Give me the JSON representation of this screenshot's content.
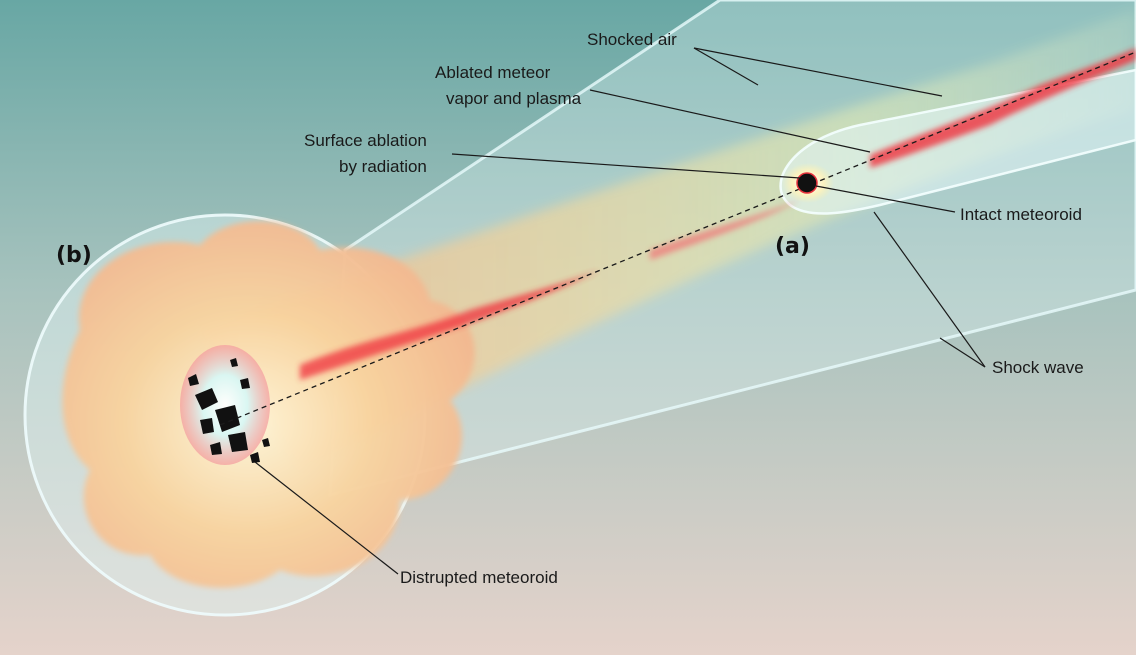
{
  "labels": {
    "shocked_air": "Shocked air",
    "ablated_vapor_line1": "Ablated meteor",
    "ablated_vapor_line2": "vapor and plasma",
    "surface_ablation_line1": "Surface ablation",
    "surface_ablation_line2": "by radiation",
    "intact_meteoroid": "Intact meteoroid",
    "shock_wave": "Shock wave",
    "disrupted_meteoroid": "Distrupted meteoroid",
    "panel_a": "(a)",
    "panel_b": "(b)"
  },
  "colors": {
    "sky_top": "#6aa8a5",
    "sky_bottom": "#e3d4cc",
    "shock_envelope": "#d9f2f6",
    "plasma_red": "#f0323c",
    "glow_yellow": "#f3eca0",
    "glow_orange": "#f5b088",
    "meteoroid": "#111111"
  }
}
